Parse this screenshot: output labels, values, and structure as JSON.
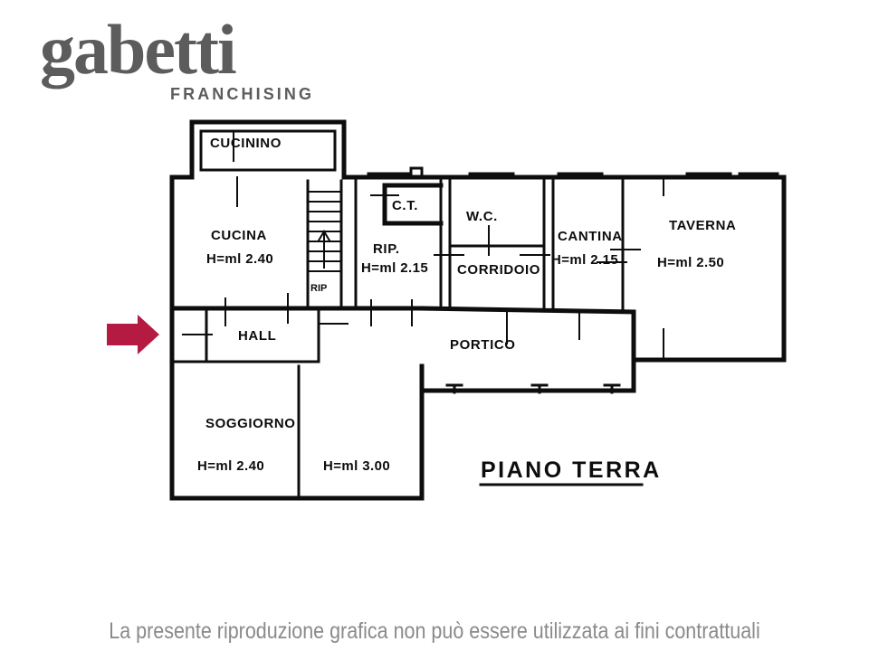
{
  "logo": {
    "wordmark": "gabetti",
    "tagline": "FRANCHISING",
    "color": "#5c5c5c"
  },
  "caption": {
    "text": "La presente riproduzione grafica non può essere utilizzata ai fini contrattuali",
    "color": "#8a8a8a"
  },
  "plan": {
    "title": "PIANO TERRA",
    "ink_color": "#0d0d0d",
    "marker_color": "#b51b42",
    "rooms": [
      {
        "id": "cucinino",
        "name": "CUCININO",
        "height": ""
      },
      {
        "id": "cucina",
        "name": "CUCINA",
        "height": "H=ml 2.40"
      },
      {
        "id": "ct",
        "name": "C.T.",
        "height": ""
      },
      {
        "id": "rip",
        "name": "RIP.",
        "height": "H=ml 2.15"
      },
      {
        "id": "stair",
        "name": "RIP",
        "height": ""
      },
      {
        "id": "wc",
        "name": "W.C.",
        "height": ""
      },
      {
        "id": "corridoio",
        "name": "CORRIDOIO",
        "height": ""
      },
      {
        "id": "cantina",
        "name": "CANTINA",
        "height": "H=ml 2.15"
      },
      {
        "id": "taverna",
        "name": "TAVERNA",
        "height": "H=ml 2.50"
      },
      {
        "id": "hall",
        "name": "HALL",
        "height": ""
      },
      {
        "id": "portico",
        "name": "PORTICO",
        "height": ""
      },
      {
        "id": "soggiorno",
        "name": "SOGGIORNO",
        "height": "H=ml 2.40"
      },
      {
        "id": "room300",
        "name": "",
        "height": "H=ml 3.00"
      }
    ]
  }
}
